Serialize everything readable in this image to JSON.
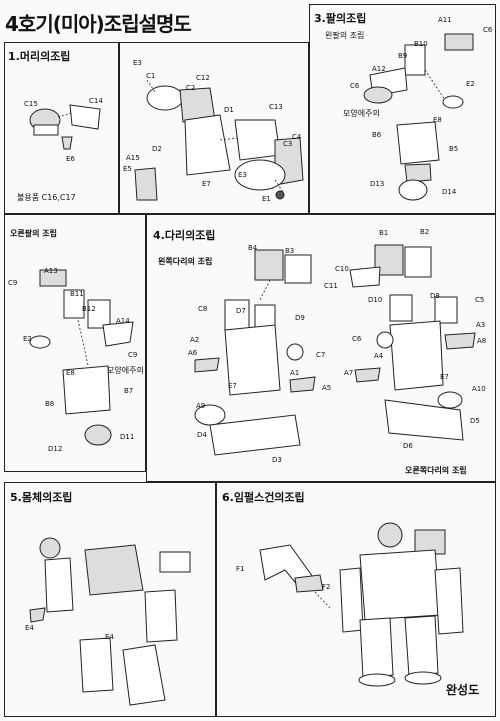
{
  "title": "4호기(미아)조립설명도",
  "sections": {
    "head": {
      "title": "1.머리의조립",
      "note": "불용품 C16,C17"
    },
    "arm": {
      "title": "3.팔의조립",
      "left_label": "왼팔의 조립",
      "right_label": "오른팔의 조립",
      "shape_note": "모양에주의"
    },
    "leg": {
      "title": "4.다리의조립",
      "left_label": "왼쪽다리의 조립",
      "right_label": "오른쪽다리의 조립"
    },
    "body": {
      "title": "5.몸체의조립"
    },
    "gun": {
      "title": "6.임펄스건의조립"
    },
    "complete": "완성도"
  },
  "parts": {
    "head_small": [
      "C15",
      "C14",
      "E6"
    ],
    "head_main": [
      "E3",
      "C1",
      "C2",
      "C12",
      "D1",
      "C13",
      "D2",
      "C3",
      "C4",
      "A15",
      "E5",
      "E7",
      "E3",
      "E1"
    ],
    "arm_left": [
      "A11",
      "C6",
      "B10",
      "B9",
      "A12",
      "C6",
      "E2",
      "E8",
      "B6",
      "B5",
      "D13",
      "D14"
    ],
    "arm_right": [
      "C9",
      "A13",
      "B11",
      "B12",
      "A14",
      "E2",
      "C9",
      "E8",
      "B8",
      "B7",
      "D12",
      "D11"
    ],
    "leg_left": [
      "B4",
      "B3",
      "C11",
      "C8",
      "D7",
      "D9",
      "A2",
      "A6",
      "C7",
      "E7",
      "A1",
      "A5",
      "A9",
      "D4",
      "D3"
    ],
    "leg_right": [
      "B1",
      "B2",
      "C10",
      "D10",
      "D8",
      "C5",
      "C6",
      "A3",
      "A4",
      "A8",
      "A7",
      "E7",
      "A10",
      "D5",
      "D6"
    ],
    "body": [
      "E4",
      "E4"
    ],
    "gun": [
      "F1",
      "F2"
    ]
  }
}
